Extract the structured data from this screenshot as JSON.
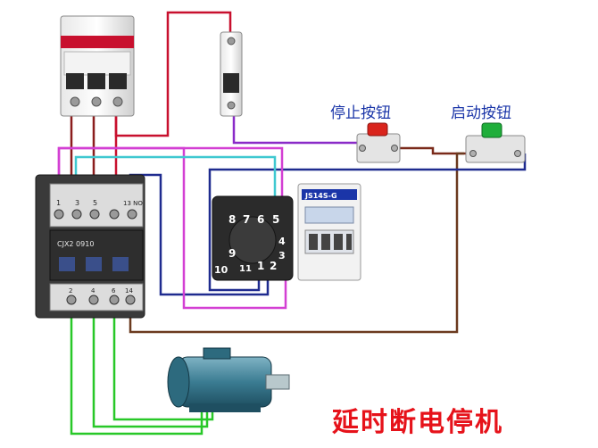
{
  "title": "延时断电停机",
  "buttons": {
    "stop_label": "停止按钮",
    "start_label": "启动按钮"
  },
  "contactor": {
    "model": "CJX2 0910",
    "top_terminals": [
      "1",
      "3",
      "5",
      "13 NO"
    ],
    "bottom_terminals": [
      "2",
      "4",
      "6",
      "14"
    ]
  },
  "timer": {
    "model": "JS14S-G",
    "socket_pins_top": [
      "8",
      "7",
      "6",
      "5"
    ],
    "socket_pins_bottom": [
      "10",
      "11",
      "1",
      "2"
    ],
    "socket_pins_right": [
      "4",
      "3"
    ],
    "socket_pin_left": "9"
  },
  "colors": {
    "wire_red": "#c8102e",
    "wire_purple": "#8a2bc8",
    "wire_magenta": "#d33fd3",
    "wire_cyan": "#3fc8d0",
    "wire_blue": "#1f2b8f",
    "wire_brown": "#6b3a1f",
    "wire_green": "#28c828",
    "title_red": "#e6121a",
    "label_blue": "#1a35a8",
    "stop_button": "#d9241c",
    "start_button": "#1fae3a"
  }
}
